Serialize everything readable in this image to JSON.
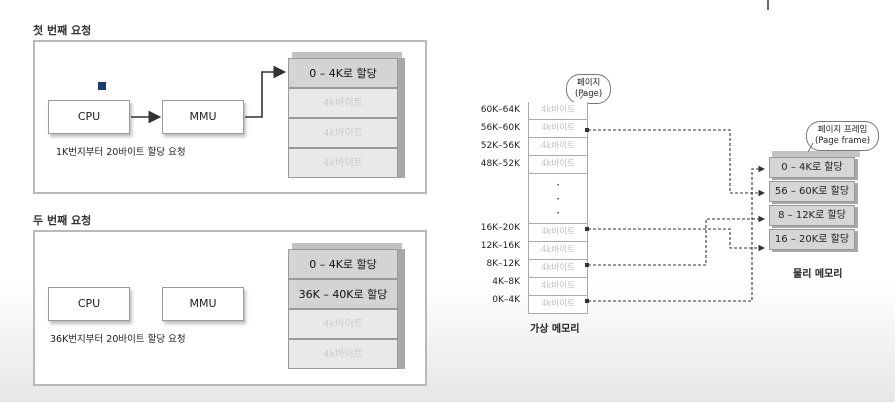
{
  "first_request": {
    "title": "첫 번째 요청",
    "cpu": "CPU",
    "mmu": "MMU",
    "note": "1K번지부터 20바이트 할당 요청",
    "pages": [
      "0 – 4K로 할당",
      "4k바이트",
      "4k바이트",
      "4k바이트"
    ]
  },
  "second_request": {
    "title": "두 번째 요청",
    "cpu": "CPU",
    "mmu": "MMU",
    "note": "36K번지부터 20바이트 할당 요청",
    "pages": [
      "0 – 4K로 할당",
      "36K – 40K로 할당",
      "4k바이트",
      "4k바이트"
    ]
  },
  "virtual_memory": {
    "caption": "가상 메모리",
    "bubble_line1": "페이지",
    "bubble_line2": "(Page)",
    "top_labels": [
      "60K–64K",
      "56K–60K",
      "52K–56K",
      "48K–52K"
    ],
    "bottom_labels": [
      "16K–20K",
      "12K–16K",
      "8K–12K",
      "4K–8K",
      "0K–4K"
    ],
    "cell_text": "4k바이트",
    "dots": [
      "·",
      "·",
      "·"
    ]
  },
  "physical_memory": {
    "caption": "물리 메모리",
    "bubble_line1": "페이지 프레임",
    "bubble_line2": "(Page frame)",
    "frames": [
      "0 – 4K로 할당",
      "56 – 60K로 할당",
      "8 – 12K로 할당",
      "16 – 20K로 할당"
    ]
  },
  "colors": {
    "marker": "#1f3a6e",
    "panel_border": "#b9b9b9"
  }
}
